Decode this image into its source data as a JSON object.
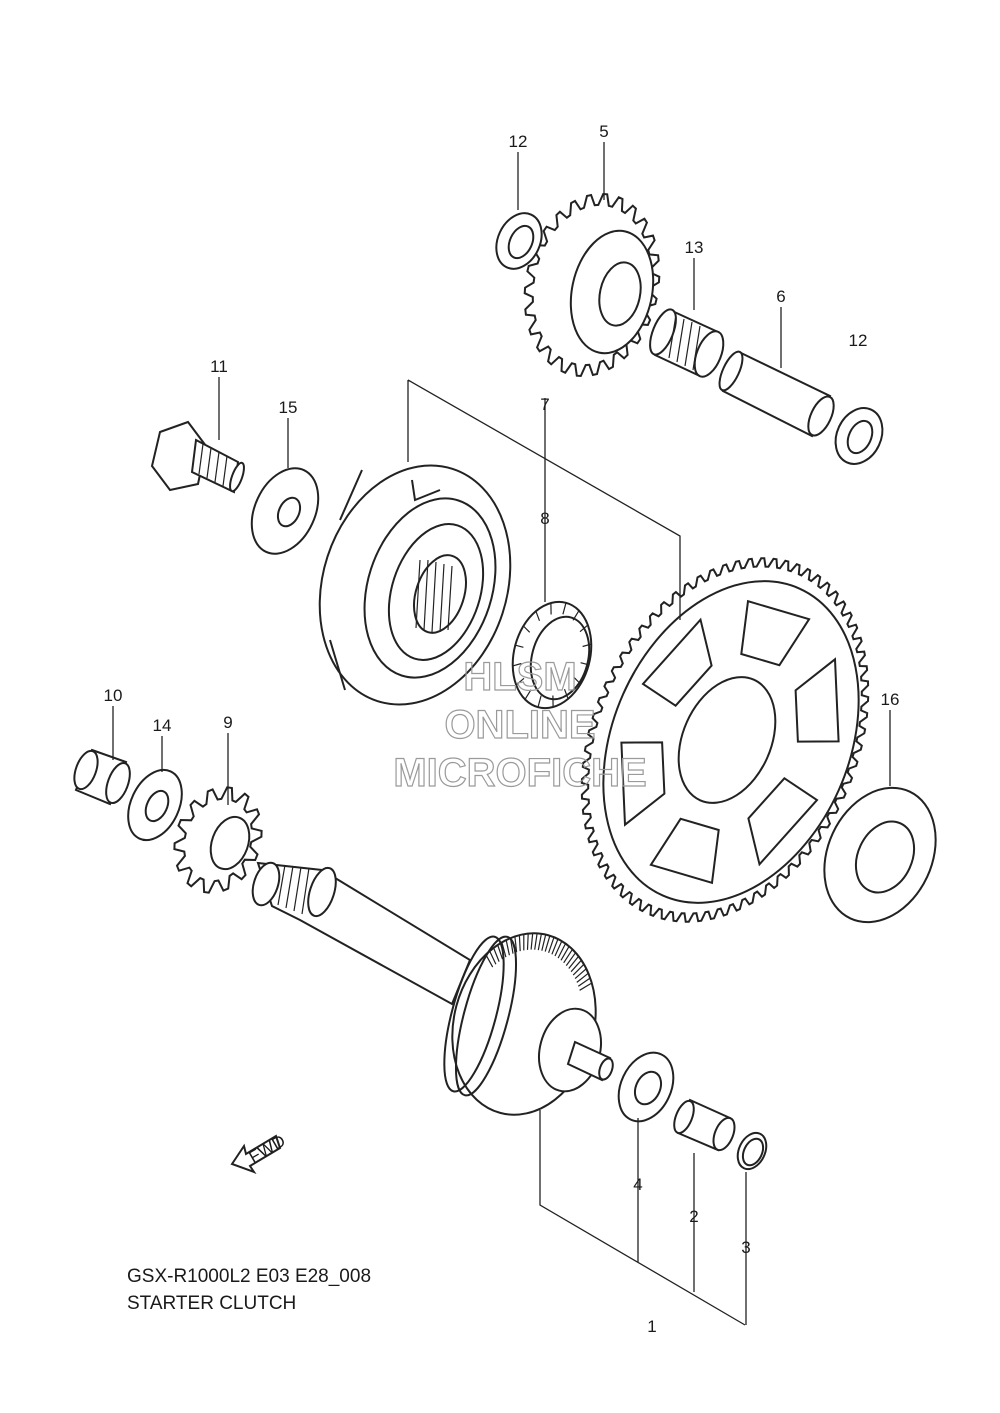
{
  "diagram": {
    "title_line1": "GSX-R1000L2 E03 E28_008",
    "title_line2": "STARTER CLUTCH",
    "fwd_label": "FWD",
    "watermark": [
      "HLSM",
      "ONLINE",
      "MICROFICHE"
    ],
    "callouts": {
      "c1": "1",
      "c2": "2",
      "c3": "3",
      "c4": "4",
      "c5": "5",
      "c6": "6",
      "c7": "7",
      "c8": "8",
      "c9": "9",
      "c10": "10",
      "c11": "11",
      "c12a": "12",
      "c12b": "12",
      "c13": "13",
      "c14": "14",
      "c15": "15",
      "c16": "16"
    },
    "icons": {
      "gear": "gear-icon",
      "bearing": "needle-bearing-icon",
      "washer": "washer-icon",
      "bolt": "bolt-icon",
      "arrow": "fwd-arrow-icon"
    }
  }
}
